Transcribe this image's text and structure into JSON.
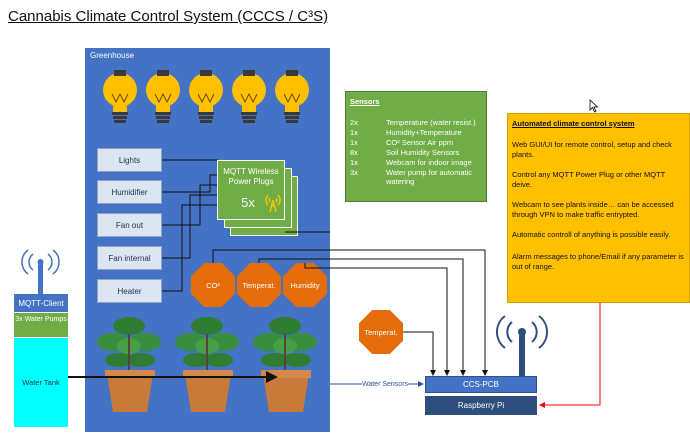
{
  "title": "Cannabis Climate Control System (CCCS  / C³S)",
  "greenhouse_label": "Greenhouse",
  "devices": [
    "Lights",
    "Humidifier",
    "Fan out",
    "Fan internal",
    "Heater"
  ],
  "plugs": {
    "title": "MQTT Wireless Power Plugs",
    "count": "5x"
  },
  "sensor_nodes": [
    "CO²",
    "Temperat.",
    "Humidity",
    "Temperat."
  ],
  "sensors_box": {
    "title": "Sensors",
    "items": [
      {
        "qty": "2x",
        "text": "Temperature (water resist.)"
      },
      {
        "qty": "1x",
        "text": "Humidity+Temperature"
      },
      {
        "qty": "1x",
        "text": "CO² Sensor Air ppm"
      },
      {
        "qty": "8x",
        "text": "Soil Humidity Sensors"
      },
      {
        "qty": "1x",
        "text": "Webcam for indoor image"
      },
      {
        "qty": "3x",
        "text": "Water pump for automatic watering"
      }
    ]
  },
  "auto_box": {
    "title": "Automated climate control system",
    "paragraphs": [
      "Web GUI/UI for remote control, setup and check plants.",
      "Control any MQTT Power Plug or other MQTT deive.",
      "Webcam to see plants inside… can be accessed through VPN to make traffic entrypted.",
      "Automatic controll of anything is possible easily.",
      "Alarm messages to phone/Email if any parameter is out of range."
    ]
  },
  "mqtt_client": "MQTT-Client",
  "water_pumps": "3x Water Pumps",
  "water_tank": "Water Tank",
  "ccs_pcb": "CCS-PCB",
  "raspberry_pi": "Raspberry Pi",
  "water_sensors_label": "Water Sensors",
  "colors": {
    "blue": "#4472c4",
    "green": "#70ad47",
    "orange": "#e46c0a",
    "yellow": "#ffc000",
    "cyan": "#00ffff",
    "red": "#ff0000"
  },
  "icons": [
    "light-bulb-icon",
    "antenna-icon",
    "plant-pot-icon",
    "cursor-icon"
  ]
}
